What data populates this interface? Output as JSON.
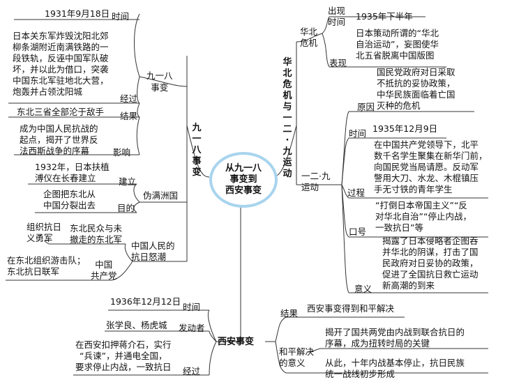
{
  "center": "从九一八\n事变到\n西安事变",
  "left": {
    "jiuyiba_vertical": "九一八事变",
    "jyb": {
      "label": "九一八\n事变",
      "time_label": "时间",
      "time": "1931年9月18日",
      "process_label": "经过",
      "process_text": "日本关东军炸毁沈阳北郊\n柳条湖附近南满铁路的一\n段铁轨，反诬中国军队破\n坏，并以此为借口，突袭\n中国东北军驻地北大营，\n炮轰并占领沈阳城",
      "result_label": "结果",
      "result": "东北三省全部沦于敌手",
      "impact_label": "影响",
      "impact": "成为中国人民抗战的\n起点，揭开了世界反\n法西斯战争的序幕"
    },
    "puppet": {
      "label": "伪满洲国",
      "build_label": "建立",
      "build": "1932年，日本扶植\n溥仪在长春建立",
      "goal_label": "目的",
      "goal": "企图把东北从\n中国分裂出去"
    },
    "resist": {
      "label": "中国人民的\n抗日怒潮",
      "army_name": "组织抗日\n义勇军",
      "army_who": "东北民众与未\n撤走的东北军",
      "cpc_label": "中国\n共产党",
      "cpc_text": "在东北组织游击队；\n东北抗日联军"
    }
  },
  "right": {
    "north_vertical": "华北危机与一二·九运动",
    "north": {
      "label": "华北\n危机",
      "time_label": "出现\n时间",
      "time": "1935年下半年",
      "show_label": "表现",
      "show": "日本策动所谓的“华北\n自治运动”，妄图使华\n北五省脱离中国版图"
    },
    "movement": {
      "label": "一二·九\n运动",
      "reason_label": "原因",
      "reason": "国民党政府对日采取\n不抵抗的妥协政策，\n中华民族面临着亡国\n灭种的危机",
      "time_label": "时间",
      "time": "1935年12月9日",
      "process_label": "过程",
      "process": "在中国共产党领导下，北平\n数千名学生聚集在新华门前，\n向国民党当局请愿。反动军\n警用大刀、水龙、木棍镇压\n手无寸铁的青年学生",
      "slogan_label": "口号",
      "slogan": "“打倒日本帝国主义”“反\n对华北自治”“停止内战，\n一致抗日”等",
      "meaning_label": "意义",
      "meaning": "揭露了日本侵略者企图吞\n并华北的阴谋，打击了国\n民政府对日妥协的政策，\n促进了全国抗日救亡运动\n新高潮的到来"
    }
  },
  "xian": {
    "label": "西安事变",
    "time_label": "时间",
    "time": "1936年12月12日",
    "starter_label": "发动者",
    "starter": "张学良、杨虎城",
    "process_label": "经过",
    "process": "在西安扣押蒋介石，实行\n“兵谏”，并通电全国，\n要求停止内战，一致抗日",
    "result_label": "结果",
    "result": "西安事变得到和平解决",
    "meaning_label": "和平解决\n的意义",
    "meaning1": "揭开了国共两党由内战到联合抗日的\n序幕，成为扭转时局的关键",
    "meaning2": "从此，十年内战基本停止，抗日民族\n统一战线初步形成"
  }
}
